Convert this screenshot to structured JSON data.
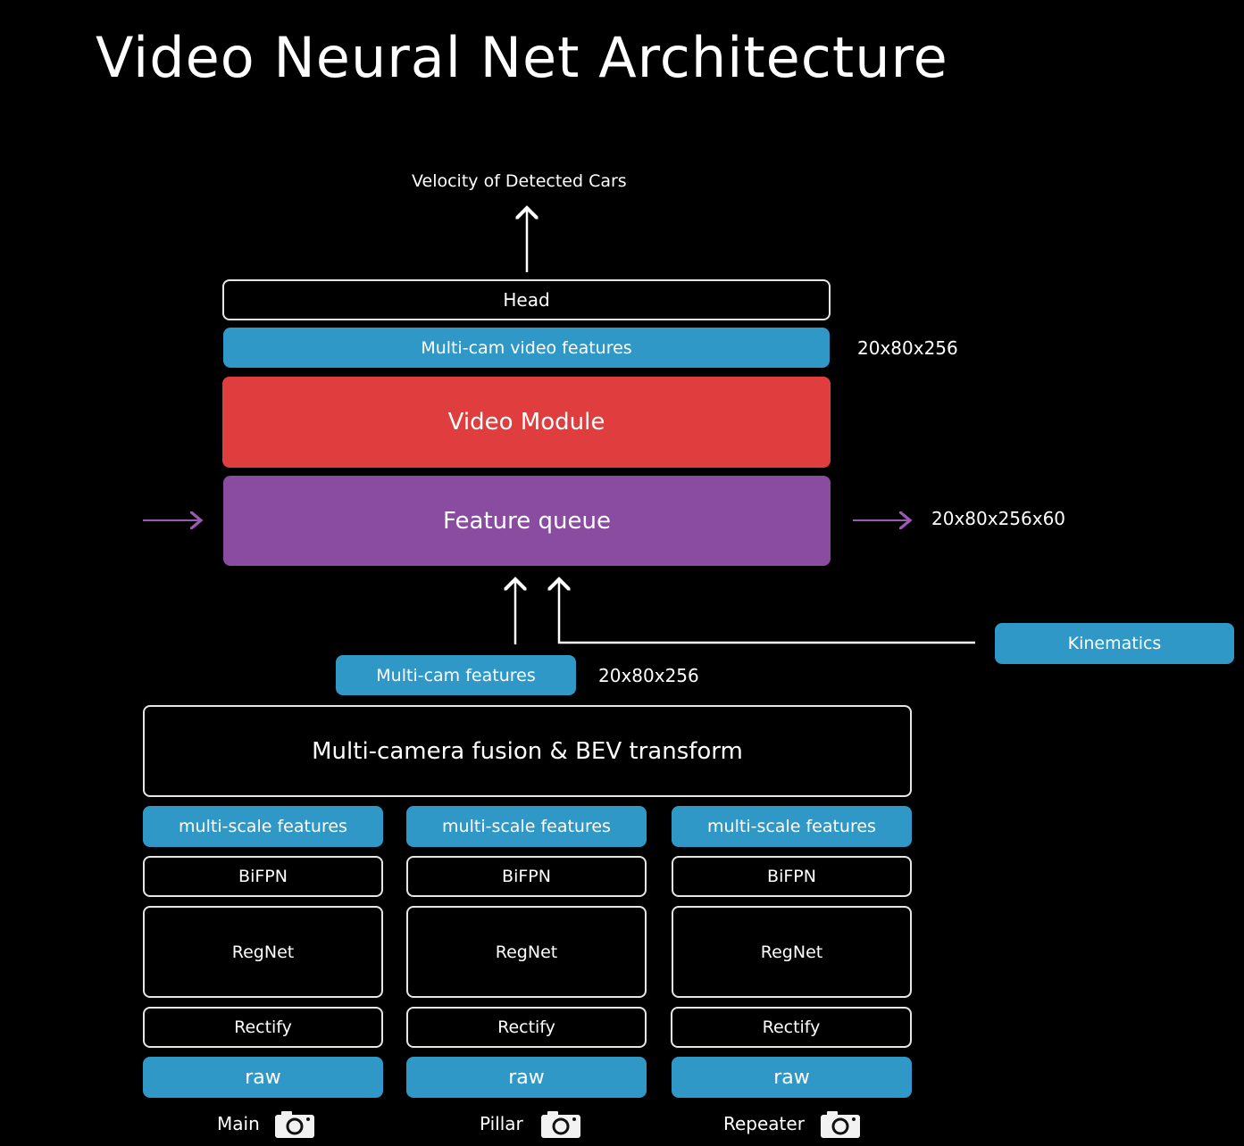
{
  "title": "Video Neural Net Architecture",
  "output_label": "Velocity of Detected Cars",
  "head": "Head",
  "video_features": "Multi-cam video features",
  "video_features_dim": "20x80x256",
  "video_module": "Video Module",
  "feature_queue": "Feature queue",
  "feature_queue_dim": "20x80x256x60",
  "kinematics": "Kinematics",
  "multicam_features": "Multi-cam features",
  "multicam_features_dim": "20x80x256",
  "fusion": "Multi-camera fusion & BEV transform",
  "columns": [
    {
      "multiscale": "multi-scale features",
      "bifpn": "BiFPN",
      "regnet": "RegNet",
      "rectify": "Rectify",
      "raw": "raw",
      "camera": "Main"
    },
    {
      "multiscale": "multi-scale features",
      "bifpn": "BiFPN",
      "regnet": "RegNet",
      "rectify": "Rectify",
      "raw": "raw",
      "camera": "Pillar"
    },
    {
      "multiscale": "multi-scale features",
      "bifpn": "BiFPN",
      "regnet": "RegNet",
      "rectify": "Rectify",
      "raw": "raw",
      "camera": "Repeater"
    }
  ],
  "colors": {
    "blue": "#2f98c7",
    "red": "#e03e3e",
    "purple": "#8a4ca0",
    "arrow_purple": "#9b5bb3"
  },
  "icons": {
    "camera": "camera-icon"
  }
}
